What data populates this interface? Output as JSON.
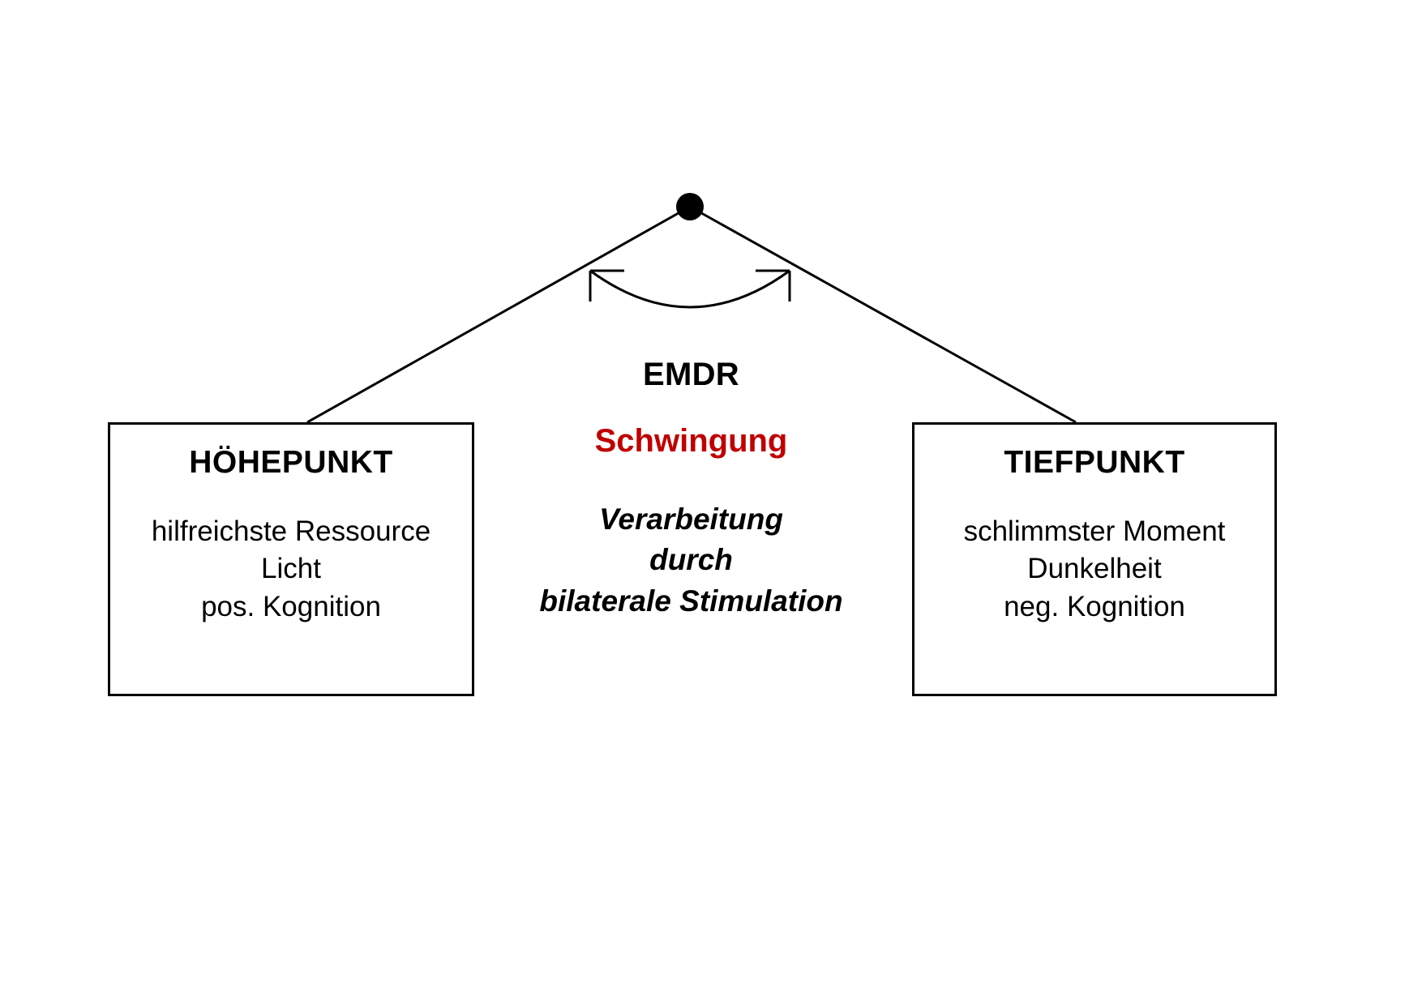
{
  "diagram": {
    "title_semantic": "EMDR Pendel Diagramm",
    "colors": {
      "line": "#000000",
      "text": "#000000",
      "accent_red": "#C00000",
      "background": "#FFFFFF"
    },
    "pivot": {
      "label": "pendulum-pivot-dot"
    },
    "swing_arc": {
      "label": "bidirektionaler Schwingungsbogen",
      "arrow_left": "arrowhead-left",
      "arrow_right": "arrowhead-right"
    },
    "left_box": {
      "title": "HÖHEPUNKT",
      "lines": [
        "hilfreichste Ressource",
        "Licht",
        "pos. Kognition"
      ]
    },
    "right_box": {
      "title": "TIEFPUNKT",
      "lines": [
        "schlimmster Moment",
        "Dunkelheit",
        "neg. Kognition"
      ]
    },
    "center": {
      "title": "EMDR",
      "subtitle": "Schwingung",
      "note_lines": [
        "Verarbeitung",
        "durch",
        "bilaterale Stimulation"
      ]
    }
  }
}
